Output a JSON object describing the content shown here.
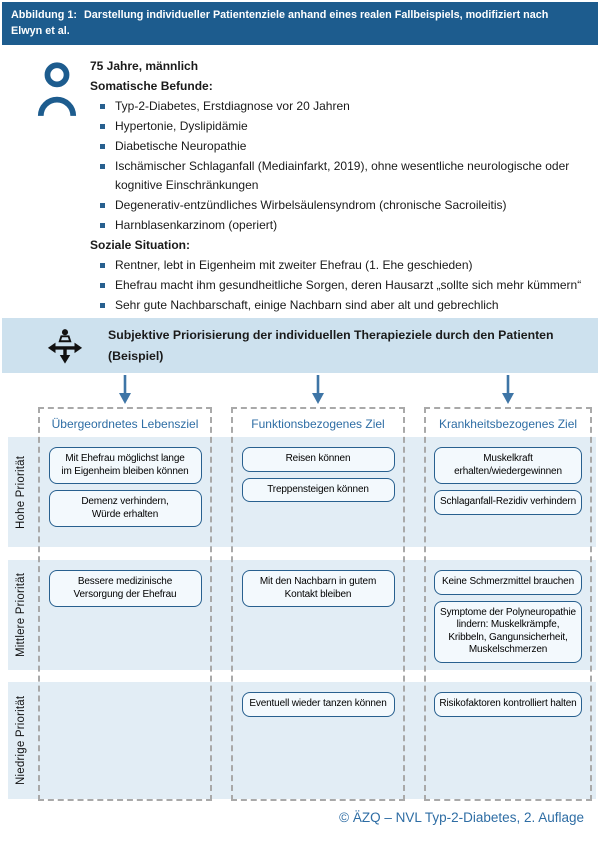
{
  "figure": {
    "caption_label": "Abbildung 1:",
    "caption_text": "Darstellung individueller Patientenziele anhand eines realen Fallbeispiels, modifiziert nach\nElwyn et al."
  },
  "patient": {
    "demographics": "75 Jahre, männlich",
    "somatic_heading": "Somatische Befunde:",
    "somatic_items": [
      "Typ-2-Diabetes, Erstdiagnose vor 20 Jahren",
      "Hypertonie, Dyslipidämie",
      "Diabetische Neuropathie",
      "Ischämischer Schlaganfall (Mediainfarkt, 2019), ohne wesentliche neurologische oder kognitive Einschränkungen",
      "Degenerativ-entzündliches Wirbelsäulensyndrom (chronische Sacroileitis)",
      "Harnblasenkarzinom (operiert)"
    ],
    "social_heading": "Soziale Situation:",
    "social_items": [
      "Rentner, lebt in Eigenheim mit zweiter Ehefrau (1. Ehe geschieden)",
      "Ehefrau macht ihm gesundheitliche Sorgen, deren Hausarzt „sollte sich mehr kümmern“",
      "Sehr gute Nachbarschaft, einige Nachbarn sind aber alt und gebrechlich"
    ]
  },
  "banner": {
    "icon": "person-direction-arrows-icon",
    "text": "Subjektive Priorisierung der individuellen Therapieziele durch den Patienten\n(Beispiel)"
  },
  "matrix": {
    "row_labels": [
      "Hohe Priorität",
      "Mittlere Priorität",
      "Niedrige Priorität"
    ],
    "columns": [
      {
        "header": "Übergeordnetes Lebensziel",
        "cells": [
          [
            "Mit Ehefrau möglichst lange\nim Eigenheim bleiben können",
            "Demenz verhindern,\nWürde erhalten"
          ],
          [
            "Bessere medizinische\nVersorgung der Ehefrau"
          ],
          []
        ]
      },
      {
        "header": "Funktionsbezogenes Ziel",
        "cells": [
          [
            "Reisen können",
            "Treppensteigen können"
          ],
          [
            "Mit den Nachbarn in gutem\nKontakt bleiben"
          ],
          [
            "Eventuell wieder tanzen können"
          ]
        ]
      },
      {
        "header": "Krankheitsbezogenes Ziel",
        "cells": [
          [
            "Muskelkraft\nerhalten/wiedergewinnen",
            "Schlaganfall-Rezidiv verhindern"
          ],
          [
            "Keine Schmerzmittel brauchen",
            "Symptome der Polyneuropathie\nlindern: Muskelkrämpfe,\nKribbeln, Gangunsicherheit,\nMuskelschmerzen"
          ],
          [
            "Risikofaktoren kontrolliert halten"
          ]
        ]
      }
    ]
  },
  "footer": {
    "text": "© ÄZQ – NVL Typ-2-Diabetes, 2. Auflage"
  },
  "colors": {
    "header_bar": "#1d5c8e",
    "banner_bg": "#cde1ee",
    "band_bg": "#e2edf5",
    "accent_blue": "#28608f",
    "text_blue": "#2e6da4",
    "arrow_blue": "#3e75a6",
    "dashed_gray": "#a9a9a9",
    "box_fill": "#f3f9fd"
  }
}
